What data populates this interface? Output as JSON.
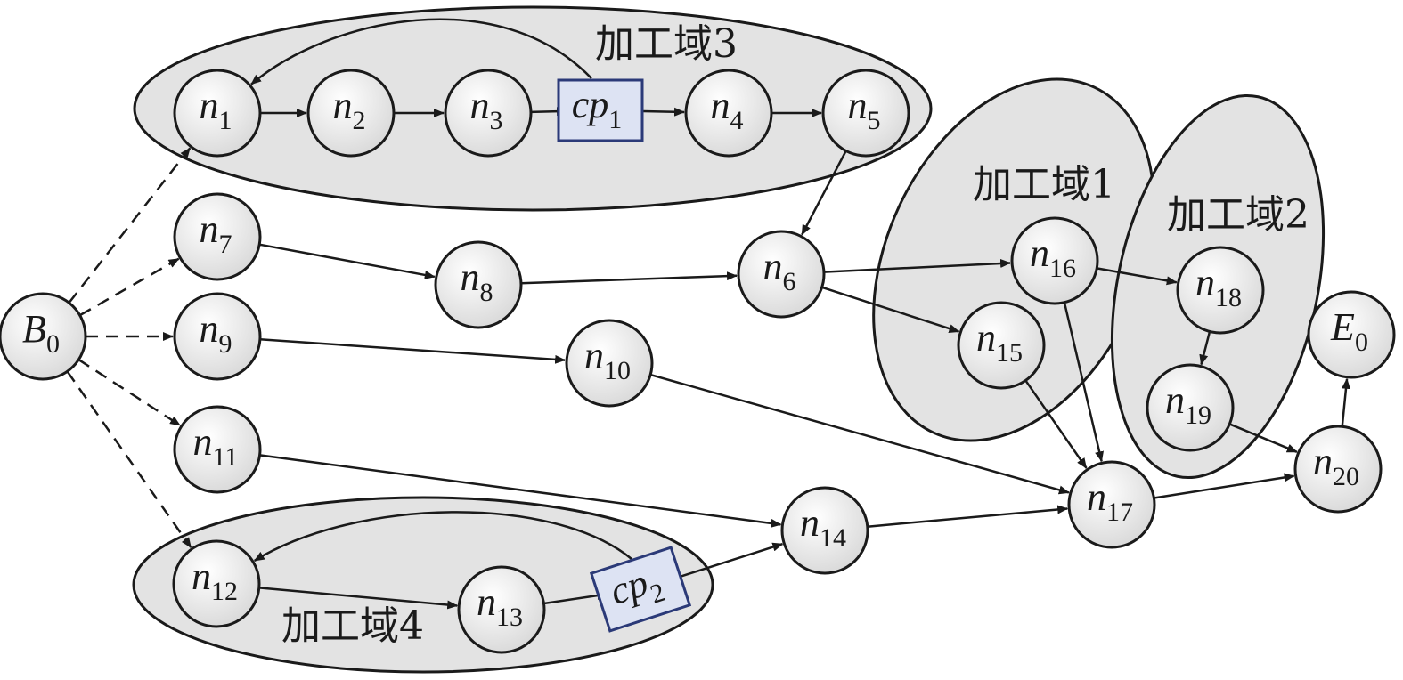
{
  "domains": [
    {
      "id": "d3",
      "label": "加工域3"
    },
    {
      "id": "d1",
      "label": "加工域1"
    },
    {
      "id": "d2",
      "label": "加工域2"
    },
    {
      "id": "d4",
      "label": "加工域4"
    }
  ],
  "nodes": [
    {
      "id": "B0",
      "main": "B",
      "sub": "0"
    },
    {
      "id": "E0",
      "main": "E",
      "sub": "0"
    },
    {
      "id": "n1",
      "main": "n",
      "sub": "1"
    },
    {
      "id": "n2",
      "main": "n",
      "sub": "2"
    },
    {
      "id": "n3",
      "main": "n",
      "sub": "3"
    },
    {
      "id": "n4",
      "main": "n",
      "sub": "4"
    },
    {
      "id": "n5",
      "main": "n",
      "sub": "5"
    },
    {
      "id": "n6",
      "main": "n",
      "sub": "6"
    },
    {
      "id": "n7",
      "main": "n",
      "sub": "7"
    },
    {
      "id": "n8",
      "main": "n",
      "sub": "8"
    },
    {
      "id": "n9",
      "main": "n",
      "sub": "9"
    },
    {
      "id": "n10",
      "main": "n",
      "sub": "10"
    },
    {
      "id": "n11",
      "main": "n",
      "sub": "11"
    },
    {
      "id": "n12",
      "main": "n",
      "sub": "12"
    },
    {
      "id": "n13",
      "main": "n",
      "sub": "13"
    },
    {
      "id": "n14",
      "main": "n",
      "sub": "14"
    },
    {
      "id": "n15",
      "main": "n",
      "sub": "15"
    },
    {
      "id": "n16",
      "main": "n",
      "sub": "16"
    },
    {
      "id": "n17",
      "main": "n",
      "sub": "17"
    },
    {
      "id": "n18",
      "main": "n",
      "sub": "18"
    },
    {
      "id": "n19",
      "main": "n",
      "sub": "19"
    },
    {
      "id": "n20",
      "main": "n",
      "sub": "20"
    }
  ],
  "checkpoints": [
    {
      "id": "cp1",
      "main": "cp",
      "sub": "1"
    },
    {
      "id": "cp2",
      "main": "cp",
      "sub": "2"
    }
  ],
  "edges": [
    {
      "from": "B0",
      "to": "n1",
      "style": "dashed"
    },
    {
      "from": "B0",
      "to": "n7",
      "style": "dashed"
    },
    {
      "from": "B0",
      "to": "n9",
      "style": "dashed"
    },
    {
      "from": "B0",
      "to": "n11",
      "style": "dashed"
    },
    {
      "from": "B0",
      "to": "n12",
      "style": "dashed"
    },
    {
      "from": "n1",
      "to": "n2",
      "style": "solid"
    },
    {
      "from": "n2",
      "to": "n3",
      "style": "solid"
    },
    {
      "from": "n3",
      "to": "cp1",
      "style": "solid"
    },
    {
      "from": "cp1",
      "to": "n4",
      "style": "solid"
    },
    {
      "from": "cp1",
      "to": "n1",
      "style": "solid"
    },
    {
      "from": "n4",
      "to": "n5",
      "style": "solid"
    },
    {
      "from": "n5",
      "to": "n6",
      "style": "solid"
    },
    {
      "from": "n7",
      "to": "n8",
      "style": "solid"
    },
    {
      "from": "n8",
      "to": "n6",
      "style": "solid"
    },
    {
      "from": "n9",
      "to": "n10",
      "style": "solid"
    },
    {
      "from": "n10",
      "to": "n17",
      "style": "solid"
    },
    {
      "from": "n11",
      "to": "n14",
      "style": "solid"
    },
    {
      "from": "n12",
      "to": "n13",
      "style": "solid"
    },
    {
      "from": "n13",
      "to": "cp2",
      "style": "solid"
    },
    {
      "from": "cp2",
      "to": "n14",
      "style": "solid"
    },
    {
      "from": "cp2",
      "to": "n12",
      "style": "solid"
    },
    {
      "from": "n6",
      "to": "n16",
      "style": "solid"
    },
    {
      "from": "n6",
      "to": "n15",
      "style": "solid"
    },
    {
      "from": "n16",
      "to": "n18",
      "style": "solid"
    },
    {
      "from": "n16",
      "to": "n17",
      "style": "solid"
    },
    {
      "from": "n15",
      "to": "n17",
      "style": "solid"
    },
    {
      "from": "n14",
      "to": "n17",
      "style": "solid"
    },
    {
      "from": "n18",
      "to": "n19",
      "style": "solid"
    },
    {
      "from": "n19",
      "to": "n20",
      "style": "solid"
    },
    {
      "from": "n17",
      "to": "n20",
      "style": "solid"
    },
    {
      "from": "n20",
      "to": "E0",
      "style": "solid"
    }
  ]
}
